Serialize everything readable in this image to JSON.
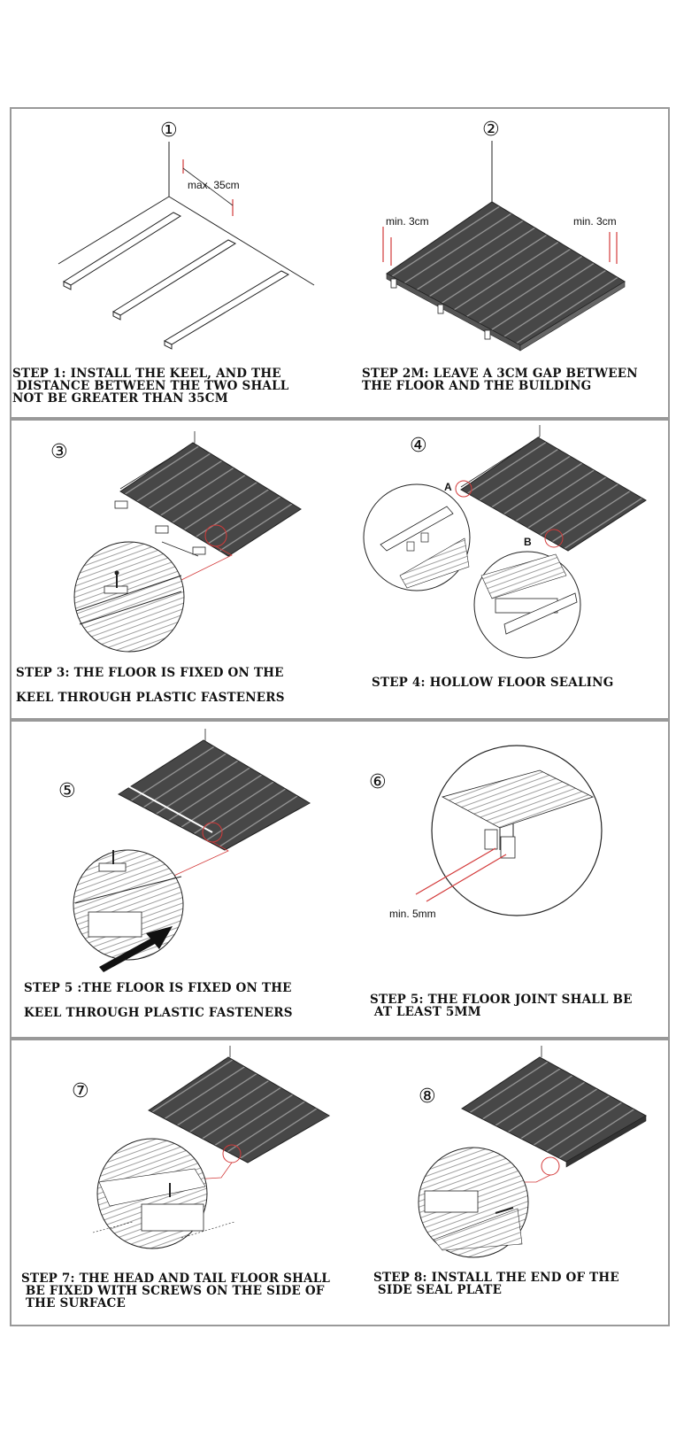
{
  "steps": [
    {
      "num": "①",
      "caption": "STEP 1: INSTALL THE KEEL, AND THE\n DISTANCE BETWEEN THE TWO SHALL\nNOT BE GREATER THAN 35CM",
      "label": "max. 35cm"
    },
    {
      "num": "②",
      "caption": "STEP 2M: LEAVE A 3CM GAP BETWEEN\nTHE FLOOR AND THE BUILDING",
      "label_left": "min. 3cm",
      "label_right": "min. 3cm"
    },
    {
      "num": "③",
      "caption": "STEP 3: THE FLOOR IS FIXED ON THE\n\nKEEL THROUGH PLASTIC FASTENERS"
    },
    {
      "num": "④",
      "caption": "STEP 4: HOLLOW FLOOR SEALING",
      "label_a": "A",
      "label_b": "B"
    },
    {
      "num": "⑤",
      "caption": "STEP 5 :THE FLOOR IS FIXED ON THE\n\nKEEL THROUGH PLASTIC FASTENERS"
    },
    {
      "num": "⑥",
      "caption": "STEP 5: THE FLOOR JOINT SHALL BE\n AT LEAST 5MM",
      "label": "min. 5mm"
    },
    {
      "num": "⑦",
      "caption": "STEP 7: THE HEAD AND TAIL FLOOR SHALL\n BE FIXED WITH SCREWS ON THE SIDE OF\n THE SURFACE"
    },
    {
      "num": "⑧",
      "caption": "STEP 8: INSTALL THE END OF THE\n SIDE SEAL PLATE"
    }
  ],
  "colors": {
    "border": "#999999",
    "deck": "#4a4a4a",
    "red": "#d33a3a",
    "line": "#222222"
  }
}
